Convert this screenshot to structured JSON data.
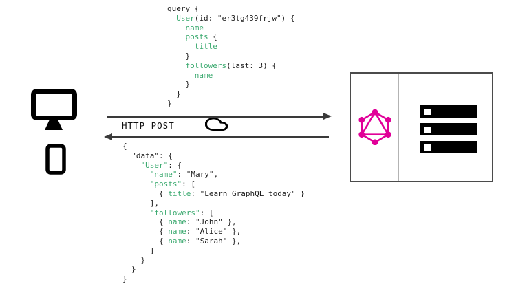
{
  "colors": {
    "code_green": "#3caa70",
    "code_black": "#1c1c1c",
    "graphql_pink": "#e10098",
    "arrow_gray": "#3a3a3a",
    "server_bar_black": "#000000",
    "box_border_gray": "#4b4b4b",
    "divider_gray": "#b3b3b3"
  },
  "transport": {
    "label": "HTTP POST",
    "cloud_icon": "cloud-icon",
    "request_arrow_direction": "right",
    "response_arrow_direction": "left"
  },
  "client": {
    "icons": [
      "desktop-monitor-icon",
      "smartphone-icon"
    ]
  },
  "server": {
    "logo_icon": "graphql-logo-icon",
    "database_bars": 3
  },
  "query_block": {
    "language": "graphql",
    "lines": [
      [
        {
          "t": "query {",
          "c": "k"
        }
      ],
      [
        {
          "t": "  ",
          "c": "k"
        },
        {
          "t": "User",
          "c": "g"
        },
        {
          "t": "(id: \"er3tg439frjw\") {",
          "c": "k"
        }
      ],
      [
        {
          "t": "    ",
          "c": "k"
        },
        {
          "t": "name",
          "c": "g"
        }
      ],
      [
        {
          "t": "    ",
          "c": "k"
        },
        {
          "t": "posts",
          "c": "g"
        },
        {
          "t": " {",
          "c": "k"
        }
      ],
      [
        {
          "t": "      ",
          "c": "k"
        },
        {
          "t": "title",
          "c": "g"
        }
      ],
      [
        {
          "t": "    }",
          "c": "k"
        }
      ],
      [
        {
          "t": "    ",
          "c": "k"
        },
        {
          "t": "followers",
          "c": "g"
        },
        {
          "t": "(last: 3) {",
          "c": "k"
        }
      ],
      [
        {
          "t": "      ",
          "c": "k"
        },
        {
          "t": "name",
          "c": "g"
        }
      ],
      [
        {
          "t": "    }",
          "c": "k"
        }
      ],
      [
        {
          "t": "  }",
          "c": "k"
        }
      ],
      [
        {
          "t": "}",
          "c": "k"
        }
      ]
    ]
  },
  "response_block": {
    "language": "json",
    "lines": [
      [
        {
          "t": "{",
          "c": "k"
        }
      ],
      [
        {
          "t": "  \"data\": {",
          "c": "k"
        }
      ],
      [
        {
          "t": "    ",
          "c": "k"
        },
        {
          "t": "\"User\"",
          "c": "g"
        },
        {
          "t": ": {",
          "c": "k"
        }
      ],
      [
        {
          "t": "      ",
          "c": "k"
        },
        {
          "t": "\"name\"",
          "c": "g"
        },
        {
          "t": ": \"Mary\",",
          "c": "k"
        }
      ],
      [
        {
          "t": "      ",
          "c": "k"
        },
        {
          "t": "\"posts\"",
          "c": "g"
        },
        {
          "t": ": [",
          "c": "k"
        }
      ],
      [
        {
          "t": "        { ",
          "c": "k"
        },
        {
          "t": "title",
          "c": "g"
        },
        {
          "t": ": \"Learn GraphQL today\" }",
          "c": "k"
        }
      ],
      [
        {
          "t": "      ],",
          "c": "k"
        }
      ],
      [
        {
          "t": "      ",
          "c": "k"
        },
        {
          "t": "\"followers\"",
          "c": "g"
        },
        {
          "t": ": [",
          "c": "k"
        }
      ],
      [
        {
          "t": "        { ",
          "c": "k"
        },
        {
          "t": "name",
          "c": "g"
        },
        {
          "t": ": \"John\" },",
          "c": "k"
        }
      ],
      [
        {
          "t": "        { ",
          "c": "k"
        },
        {
          "t": "name",
          "c": "g"
        },
        {
          "t": ": \"Alice\" },",
          "c": "k"
        }
      ],
      [
        {
          "t": "        { ",
          "c": "k"
        },
        {
          "t": "name",
          "c": "g"
        },
        {
          "t": ": \"Sarah\" },",
          "c": "k"
        }
      ],
      [
        {
          "t": "      ]",
          "c": "k"
        }
      ],
      [
        {
          "t": "    }",
          "c": "k"
        }
      ],
      [
        {
          "t": "  }",
          "c": "k"
        }
      ],
      [
        {
          "t": "}",
          "c": "k"
        }
      ]
    ]
  }
}
